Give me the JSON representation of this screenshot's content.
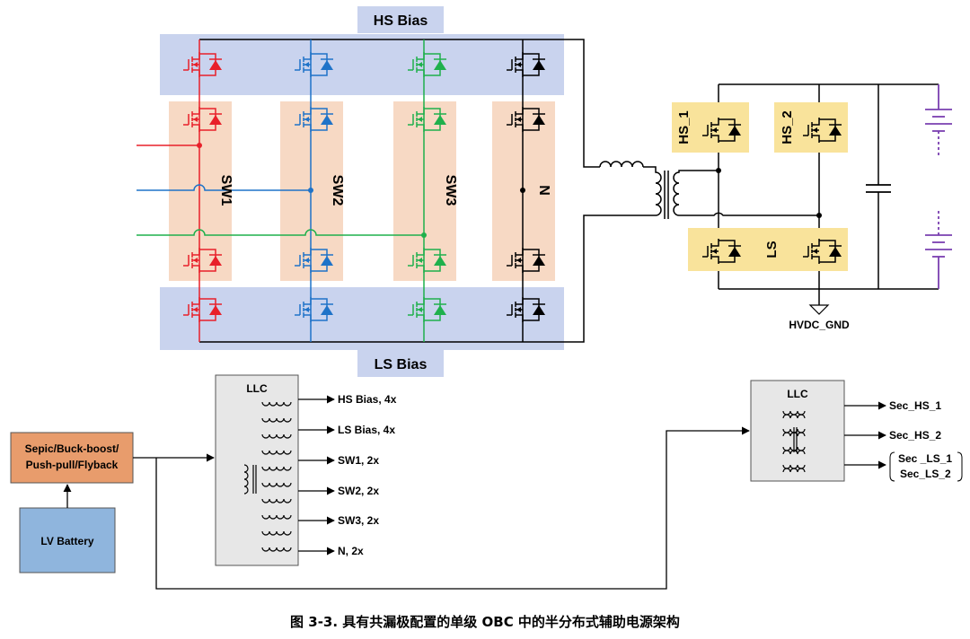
{
  "colors": {
    "sw1": "#e8202a",
    "sw2": "#1f73c8",
    "sw3": "#1fb04c",
    "neutral": "#000000",
    "bias_band": "#c9d3ee",
    "leg_band": "#f7d9c4",
    "secondary_band": "#f9e39b",
    "converter_box": "#e7e7e7",
    "preconverter": "#e89c6c",
    "battery_box": "#8fb5dd",
    "battery_symbol": "#7a3fb0"
  },
  "top": {
    "hs_bias": "HS Bias",
    "ls_bias": "LS Bias",
    "legs": [
      "SW1",
      "SW2",
      "SW3",
      "N"
    ],
    "hs1": "HS_1",
    "hs2": "HS_2",
    "ls": "LS",
    "ground": "HVDC_GND"
  },
  "bottom": {
    "llc1_title": "LLC",
    "llc1_outputs": [
      "HS Bias, 4x",
      "LS Bias, 4x",
      "SW1, 2x",
      "SW2, 2x",
      "SW3, 2x",
      "N, 2x"
    ],
    "llc2_title": "LLC",
    "llc2_outputs": [
      "Sec_HS_1",
      "Sec_HS_2"
    ],
    "llc2_ls_outputs": [
      "Sec _LS_1",
      "Sec_LS_2"
    ],
    "preconverter_lines": [
      "Sepic/Buck-boost/",
      "Push-pull/Flyback"
    ],
    "battery": "LV Battery"
  },
  "caption": "图 3-3. 具有共漏极配置的单级 OBC 中的半分布式辅助电源架构"
}
